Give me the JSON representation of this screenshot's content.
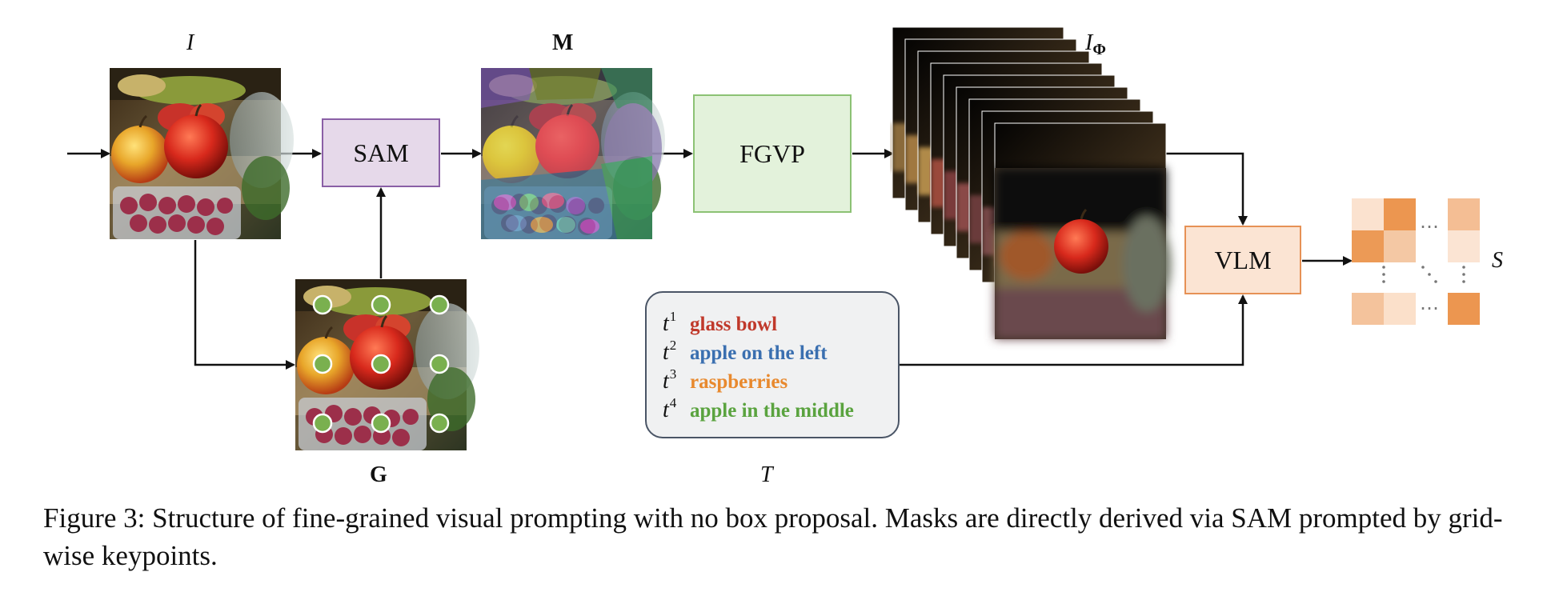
{
  "labels": {
    "input_image": "I",
    "mask": "M",
    "prompted_images": "I",
    "prompted_images_sub": "Φ",
    "grid": "G",
    "texts": "T",
    "score": "S"
  },
  "modules": {
    "sam": "SAM",
    "fgvp": "FGVP",
    "vlm": "VLM"
  },
  "text_prompts": [
    {
      "var": "t",
      "index": "1",
      "phrase": "glass bowl",
      "color": "#c0392b"
    },
    {
      "var": "t",
      "index": "2",
      "phrase": "apple on the left",
      "color": "#3a6fb0"
    },
    {
      "var": "t",
      "index": "3",
      "phrase": "raspberries",
      "color": "#e8892e"
    },
    {
      "var": "t",
      "index": "4",
      "phrase": "apple in the middle",
      "color": "#5aa33f"
    }
  ],
  "score_matrix_ellipsis": "⋯",
  "caption": "Figure 3: Structure of fine-grained visual prompting with no box proposal. Masks are directly derived via SAM prompted by grid-wise keypoints.",
  "colors": {
    "sam_fill": "#e6d9ea",
    "fgvp_fill": "#e3f2db",
    "vlm_fill": "#fbe4d3",
    "keypoint": "#7ab04f"
  }
}
